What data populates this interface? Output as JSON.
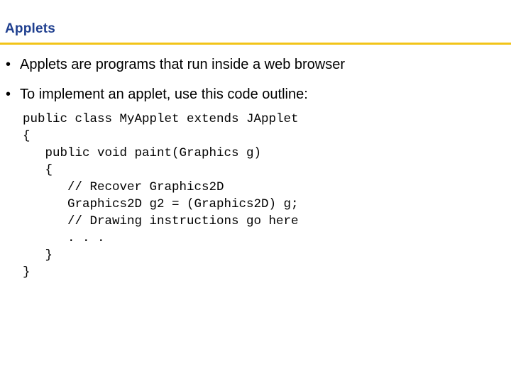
{
  "slide": {
    "title": "Applets",
    "accent_color": "#f2c418",
    "title_color": "#1f3f8f"
  },
  "bullets": [
    {
      "marker": "•",
      "text": "Applets are programs that run inside a web browser"
    },
    {
      "marker": "•",
      "text": "To implement an applet, use this code outline:"
    }
  ],
  "code": {
    "lines": [
      "public class MyApplet extends JApplet",
      "{",
      "   public void paint(Graphics g)",
      "   {",
      "      // Recover Graphics2D",
      "      Graphics2D g2 = (Graphics2D) g;",
      "      // Drawing instructions go here",
      "      . . .",
      "   }",
      "}"
    ]
  }
}
